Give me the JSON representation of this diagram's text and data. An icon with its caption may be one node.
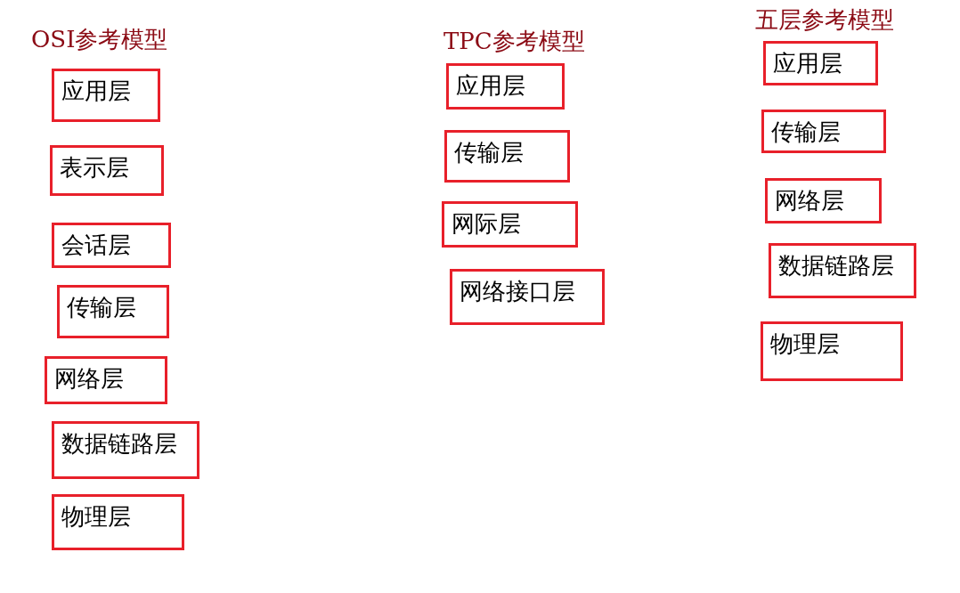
{
  "diagram": {
    "nodes": [
      {
        "text": [
          "应用层"
        ]
      },
      {
        "text": [
          "表示层"
        ]
      },
      {
        "text": [
          "会话层"
        ]
      },
      {
        "text": [
          "传输层"
        ]
      },
      {
        "text": [
          "网络层"
        ]
      },
      {
        "text": [
          "数据链路层"
        ]
      },
      {
        "text": [
          "物理层"
        ]
      },
      {
        "text": [
          "应用层"
        ]
      },
      {
        "text": [
          "传输层"
        ]
      },
      {
        "text": [
          "网际层"
        ]
      },
      {
        "text": [
          "网络接口层"
        ]
      },
      {
        "text": [
          "应用层"
        ]
      },
      {
        "text": [
          "传输层"
        ]
      },
      {
        "text": [
          "网络层"
        ]
      },
      {
        "text": [
          "数据链路层"
        ]
      },
      {
        "text": [
          "物理层"
        ]
      }
    ],
    "labels": [
      "OSI参考模型",
      "TPC参考模型",
      "五层参考模型"
    ]
  }
}
